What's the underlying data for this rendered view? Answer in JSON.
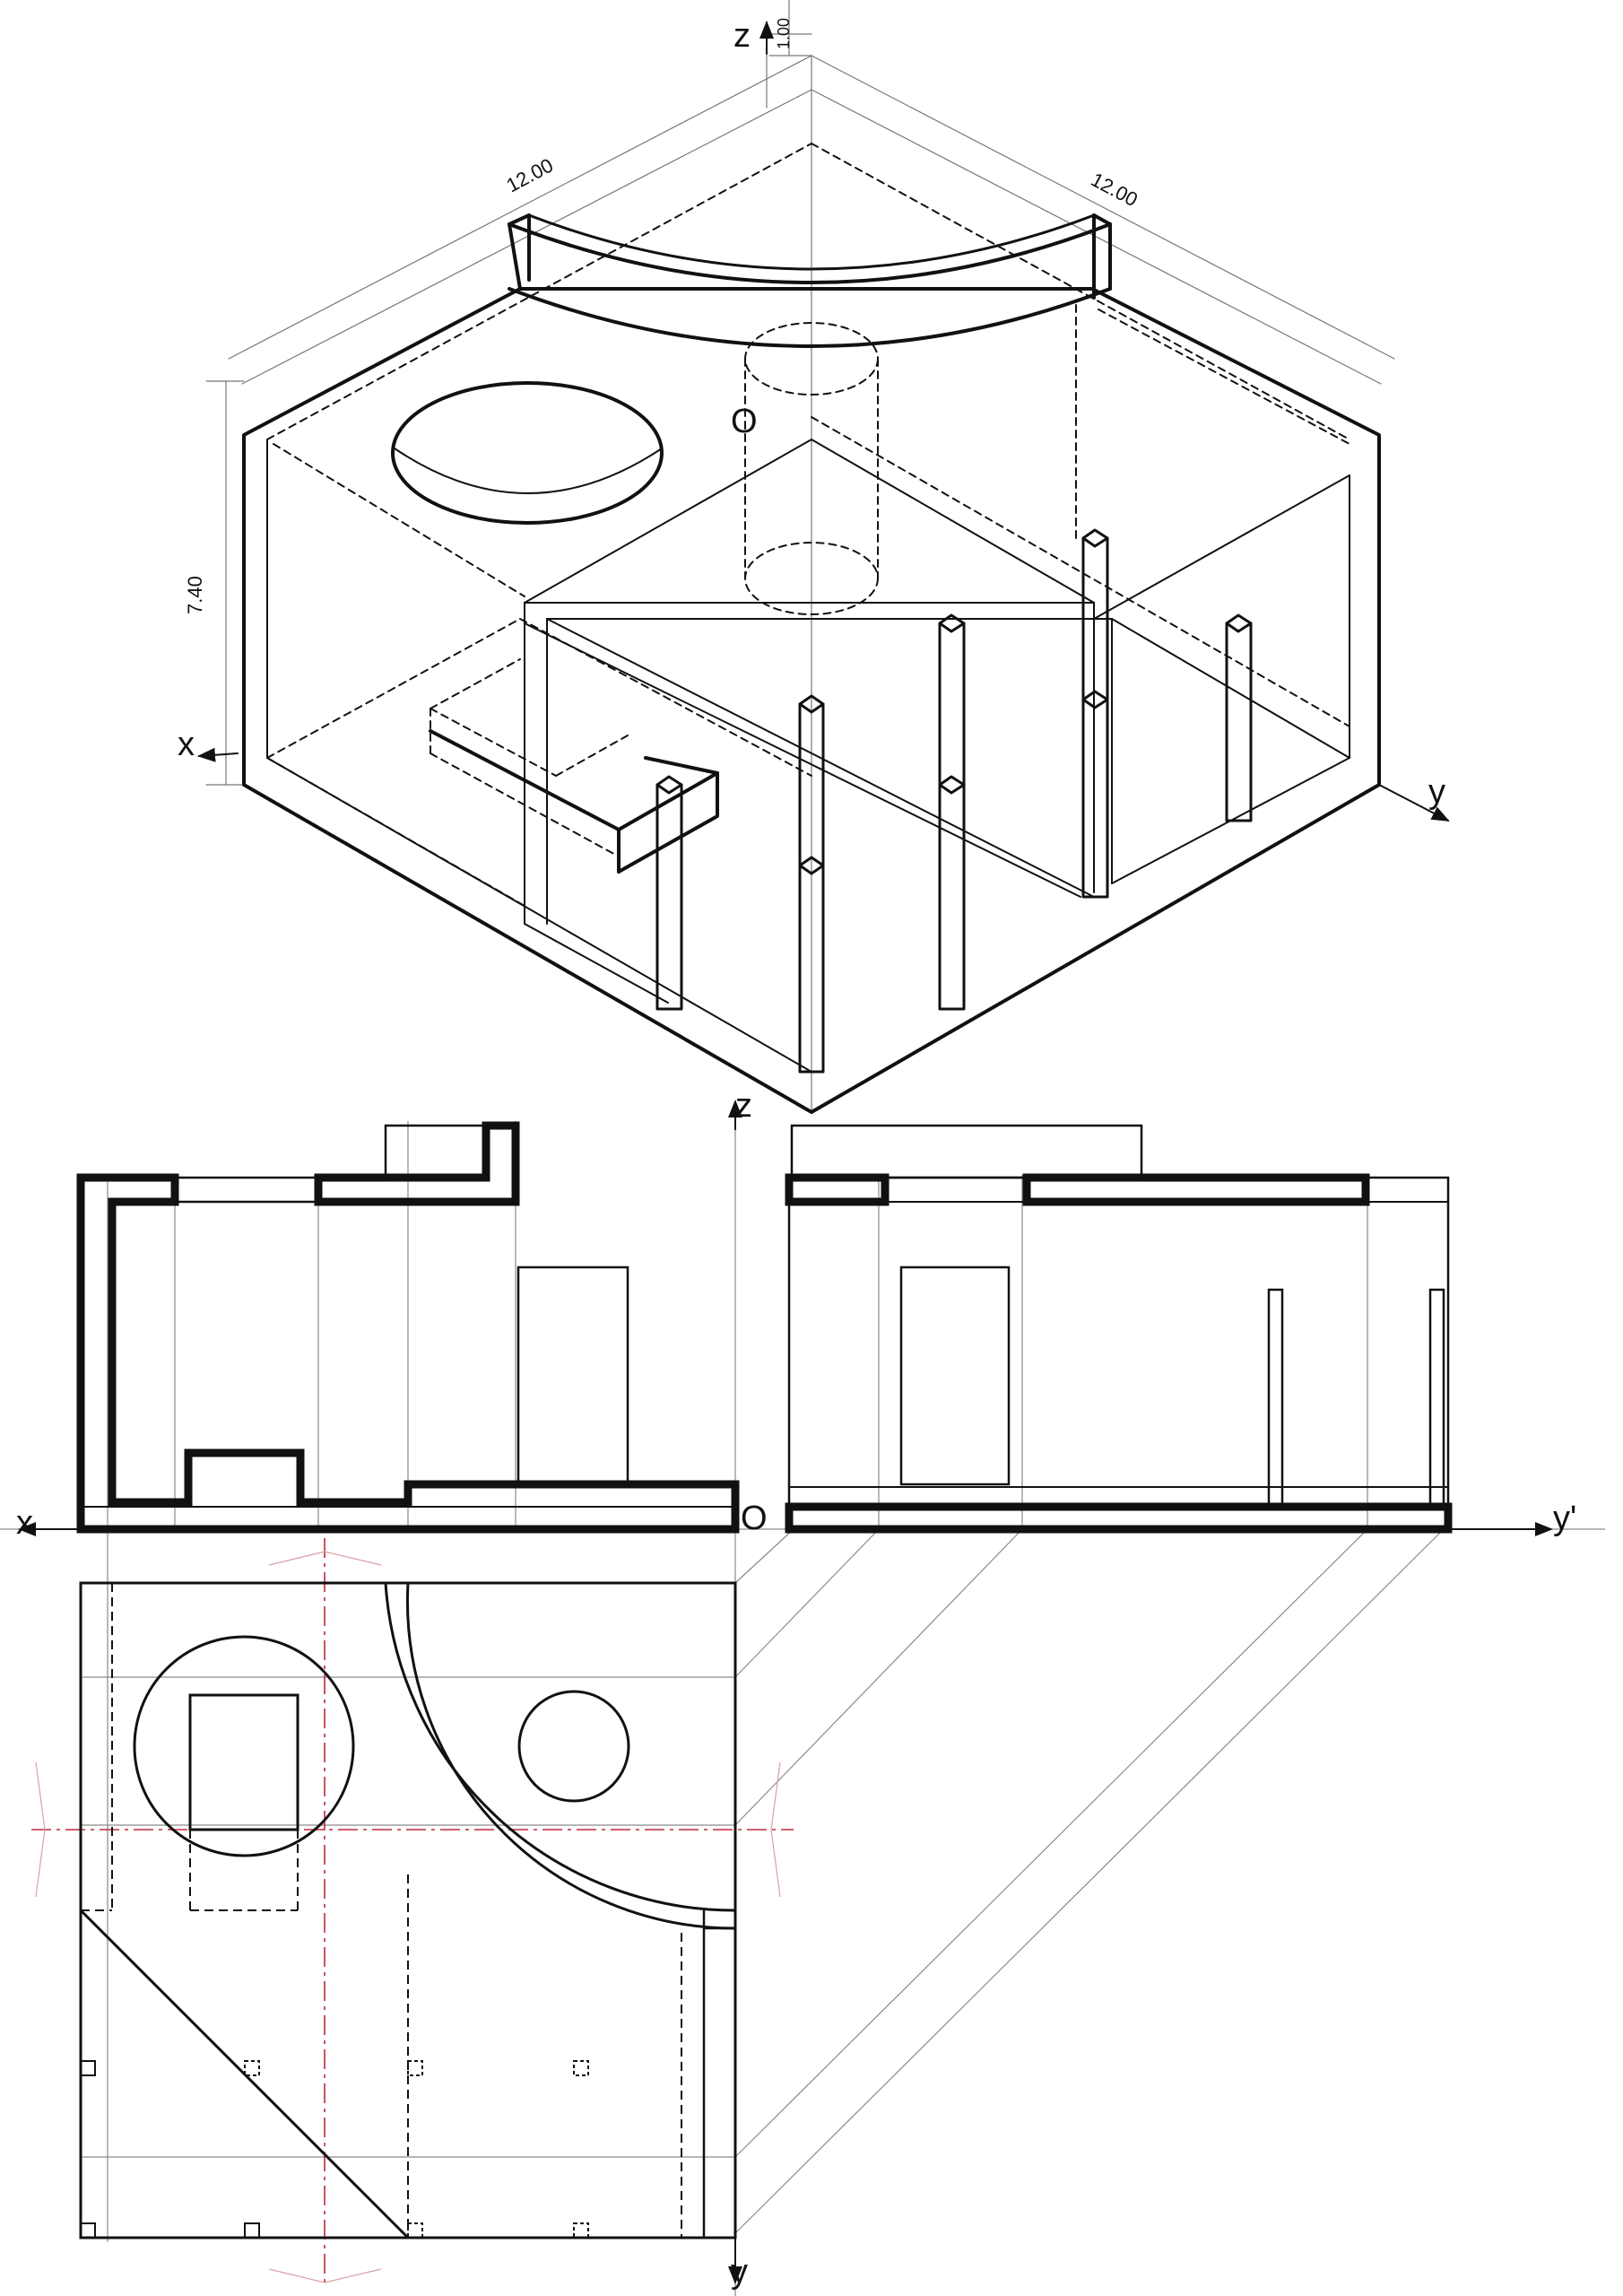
{
  "colors": {
    "ink": "#111111",
    "thin": "#8a8a8a",
    "axis_red": "#c0283a"
  },
  "dimensions": {
    "iso_x_length": "12.00",
    "iso_y_length": "12.00",
    "iso_height": "7.40",
    "top_offset": "1.00"
  },
  "axes": {
    "iso_z": "z",
    "iso_x": "x",
    "iso_y": "y",
    "iso_origin": "O",
    "front_z": "z",
    "front_x": "x",
    "front_origin": "O",
    "side_y": "y'",
    "plan_y": "y"
  }
}
